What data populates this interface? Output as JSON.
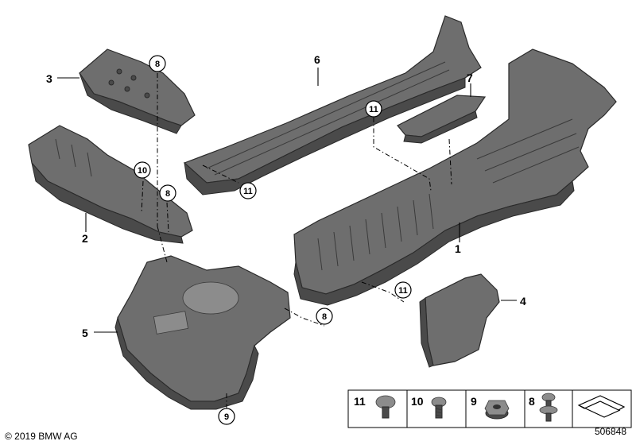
{
  "callouts": {
    "c1": "1",
    "c2": "2",
    "c3": "3",
    "c4": "4",
    "c5": "5",
    "c6": "6",
    "c7": "7"
  },
  "circled": {
    "r8a": "8",
    "r8b": "8",
    "r8c": "8",
    "r9": "9",
    "r10": "10",
    "r11a": "11",
    "r11b": "11",
    "r11c": "11"
  },
  "legend": {
    "n11": "11",
    "n10": "10",
    "n9": "9",
    "n8": "8"
  },
  "footer": {
    "copyright": "© 2019 BMW AG",
    "drawing_number": "506848"
  },
  "colors": {
    "part": "#6e6e6e",
    "part_dark": "#4a4a4a",
    "line": "#000000"
  }
}
